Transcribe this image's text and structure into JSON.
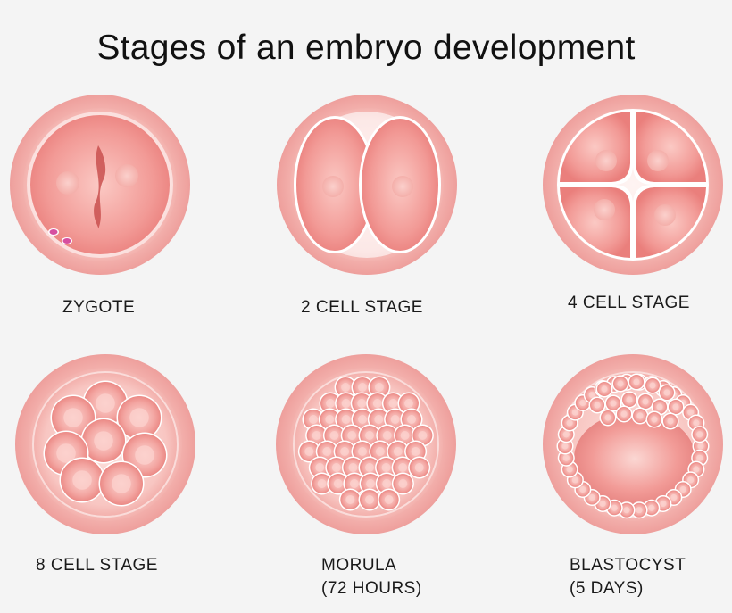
{
  "title": "Stages of an embryo development",
  "colors": {
    "outer_ring": "#f2aaa8",
    "zona": "#f8c9c5",
    "cell_fill": "#f08c89",
    "cell_light": "#fbd6d2",
    "nucleus": "#f6b3ae",
    "polar_body": "#d64fa0"
  },
  "stages": [
    {
      "id": "zygote",
      "label": "ZYGOTE",
      "sublabel": ""
    },
    {
      "id": "two-cell",
      "label": "2 CELL STAGE",
      "sublabel": ""
    },
    {
      "id": "four-cell",
      "label": "4 CELL STAGE",
      "sublabel": ""
    },
    {
      "id": "eight-cell",
      "label": "8 CELL STAGE",
      "sublabel": ""
    },
    {
      "id": "morula",
      "label": "MORULA",
      "sublabel": "(72 HOURS)"
    },
    {
      "id": "blastocyst",
      "label": "BLASTOCYST",
      "sublabel": "(5 DAYS)"
    }
  ]
}
